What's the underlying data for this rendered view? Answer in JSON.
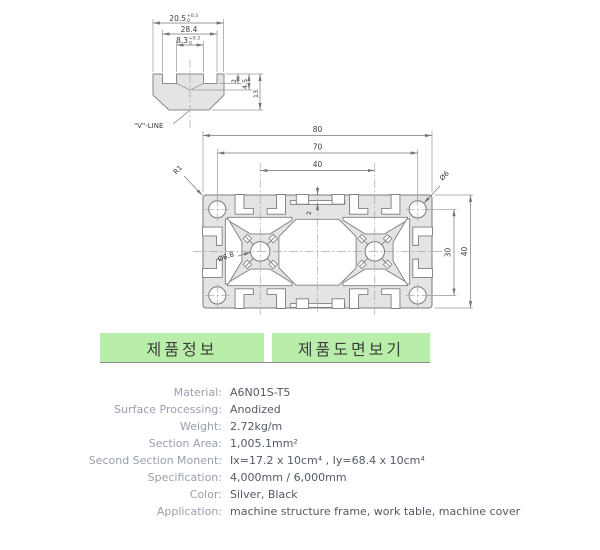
{
  "detail_drawing": {
    "dim_width": "20.5",
    "tol_plus": "+0.3",
    "tol_zero": "0",
    "dim_outer": "28.4",
    "dim_slot": "8.3",
    "slot_tol_plus": "+0.3",
    "slot_tol_zero": "0",
    "dim_lip": "2",
    "dim_notch": "4.5",
    "dim_height": "13",
    "v_line_label": "\"V\"-LINE"
  },
  "main_drawing": {
    "dim_width": "80",
    "dim_hole_span": "70",
    "dim_module": "40",
    "dim_lip": "2",
    "dim_hole_v_span": "30",
    "dim_height": "40",
    "label_radius": "R1",
    "label_bore": "Ø6",
    "label_center_hole": "Ø6.8"
  },
  "buttons": {
    "product_info": "제품정보",
    "view_drawing": "제품도면보기"
  },
  "colors": {
    "button_bg": "#b9eeaa",
    "profile_fill": "#e4e4e4",
    "line": "#8a8a8a",
    "label_text": "#98a0ad",
    "value_text": "#525a66"
  },
  "specs": {
    "rows": [
      {
        "label": "Material:",
        "value": "A6N01S-T5"
      },
      {
        "label": "Surface Processing:",
        "value": "Anodized"
      },
      {
        "label": "Weight:",
        "value": "2.72kg/m"
      },
      {
        "label": "Section Area:",
        "value": "1,005.1mm²"
      },
      {
        "label": "Second Section Monent:",
        "value": "Ix=17.2 x 10cm⁴ , Iy=68.4 x 10cm⁴"
      },
      {
        "label": "Specification:",
        "value": "4,000mm / 6,000mm"
      },
      {
        "label": "Color:",
        "value": "Silver, Black"
      },
      {
        "label": "Application:",
        "value": "machine structure frame, work table, machine cover"
      }
    ]
  }
}
